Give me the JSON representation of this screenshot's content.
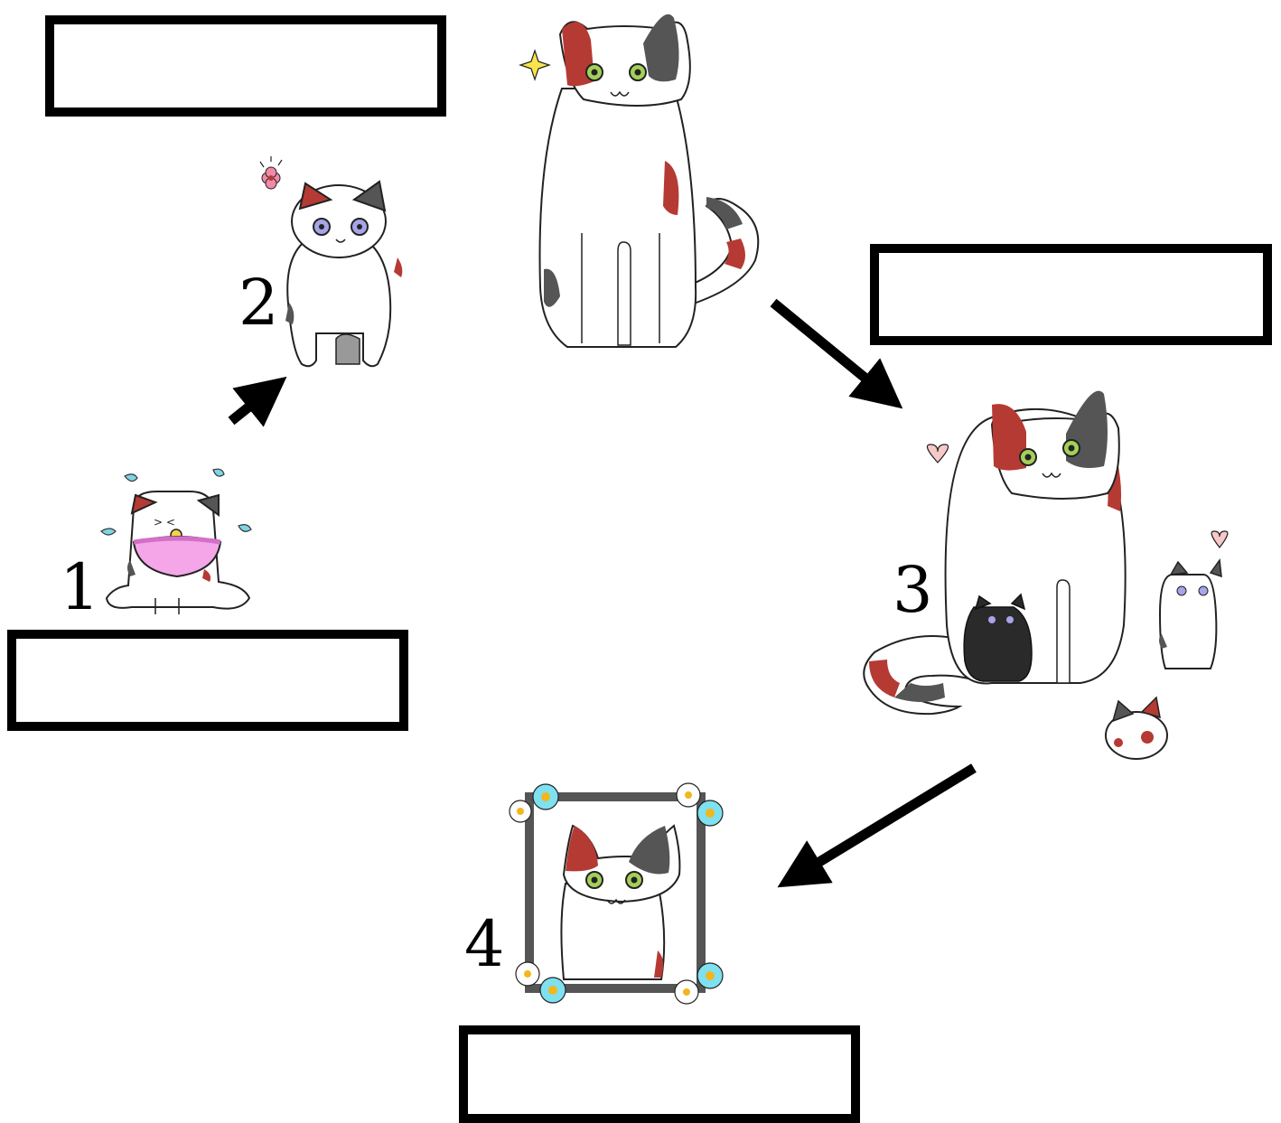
{
  "diagram": {
    "stages": [
      {
        "number": "1",
        "label": ""
      },
      {
        "number": "2",
        "label": ""
      },
      {
        "number": "3",
        "label": ""
      },
      {
        "number": "4",
        "label": ""
      }
    ],
    "adult_cat_box": {
      "label": ""
    }
  },
  "icons": {
    "kitten": "crying-kitten-with-bib-icon",
    "young_cat": "young-cat-with-flower-icon",
    "adult_cat": "adult-calico-cat-icon",
    "mother_cat": "mother-cat-with-kittens-icon",
    "memorial": "framed-cat-portrait-with-flowers-icon"
  },
  "colors": {
    "cat_red": "#b53a34",
    "cat_gray": "#555555",
    "cat_green_eye": "#a4d05a",
    "kitten_bib": "#f4a6e8",
    "tear_blue": "#7fd4e3",
    "flower_blue": "#7fe0f0",
    "flower_center": "#f2b71c",
    "heart_pink": "#f6c8c8"
  }
}
